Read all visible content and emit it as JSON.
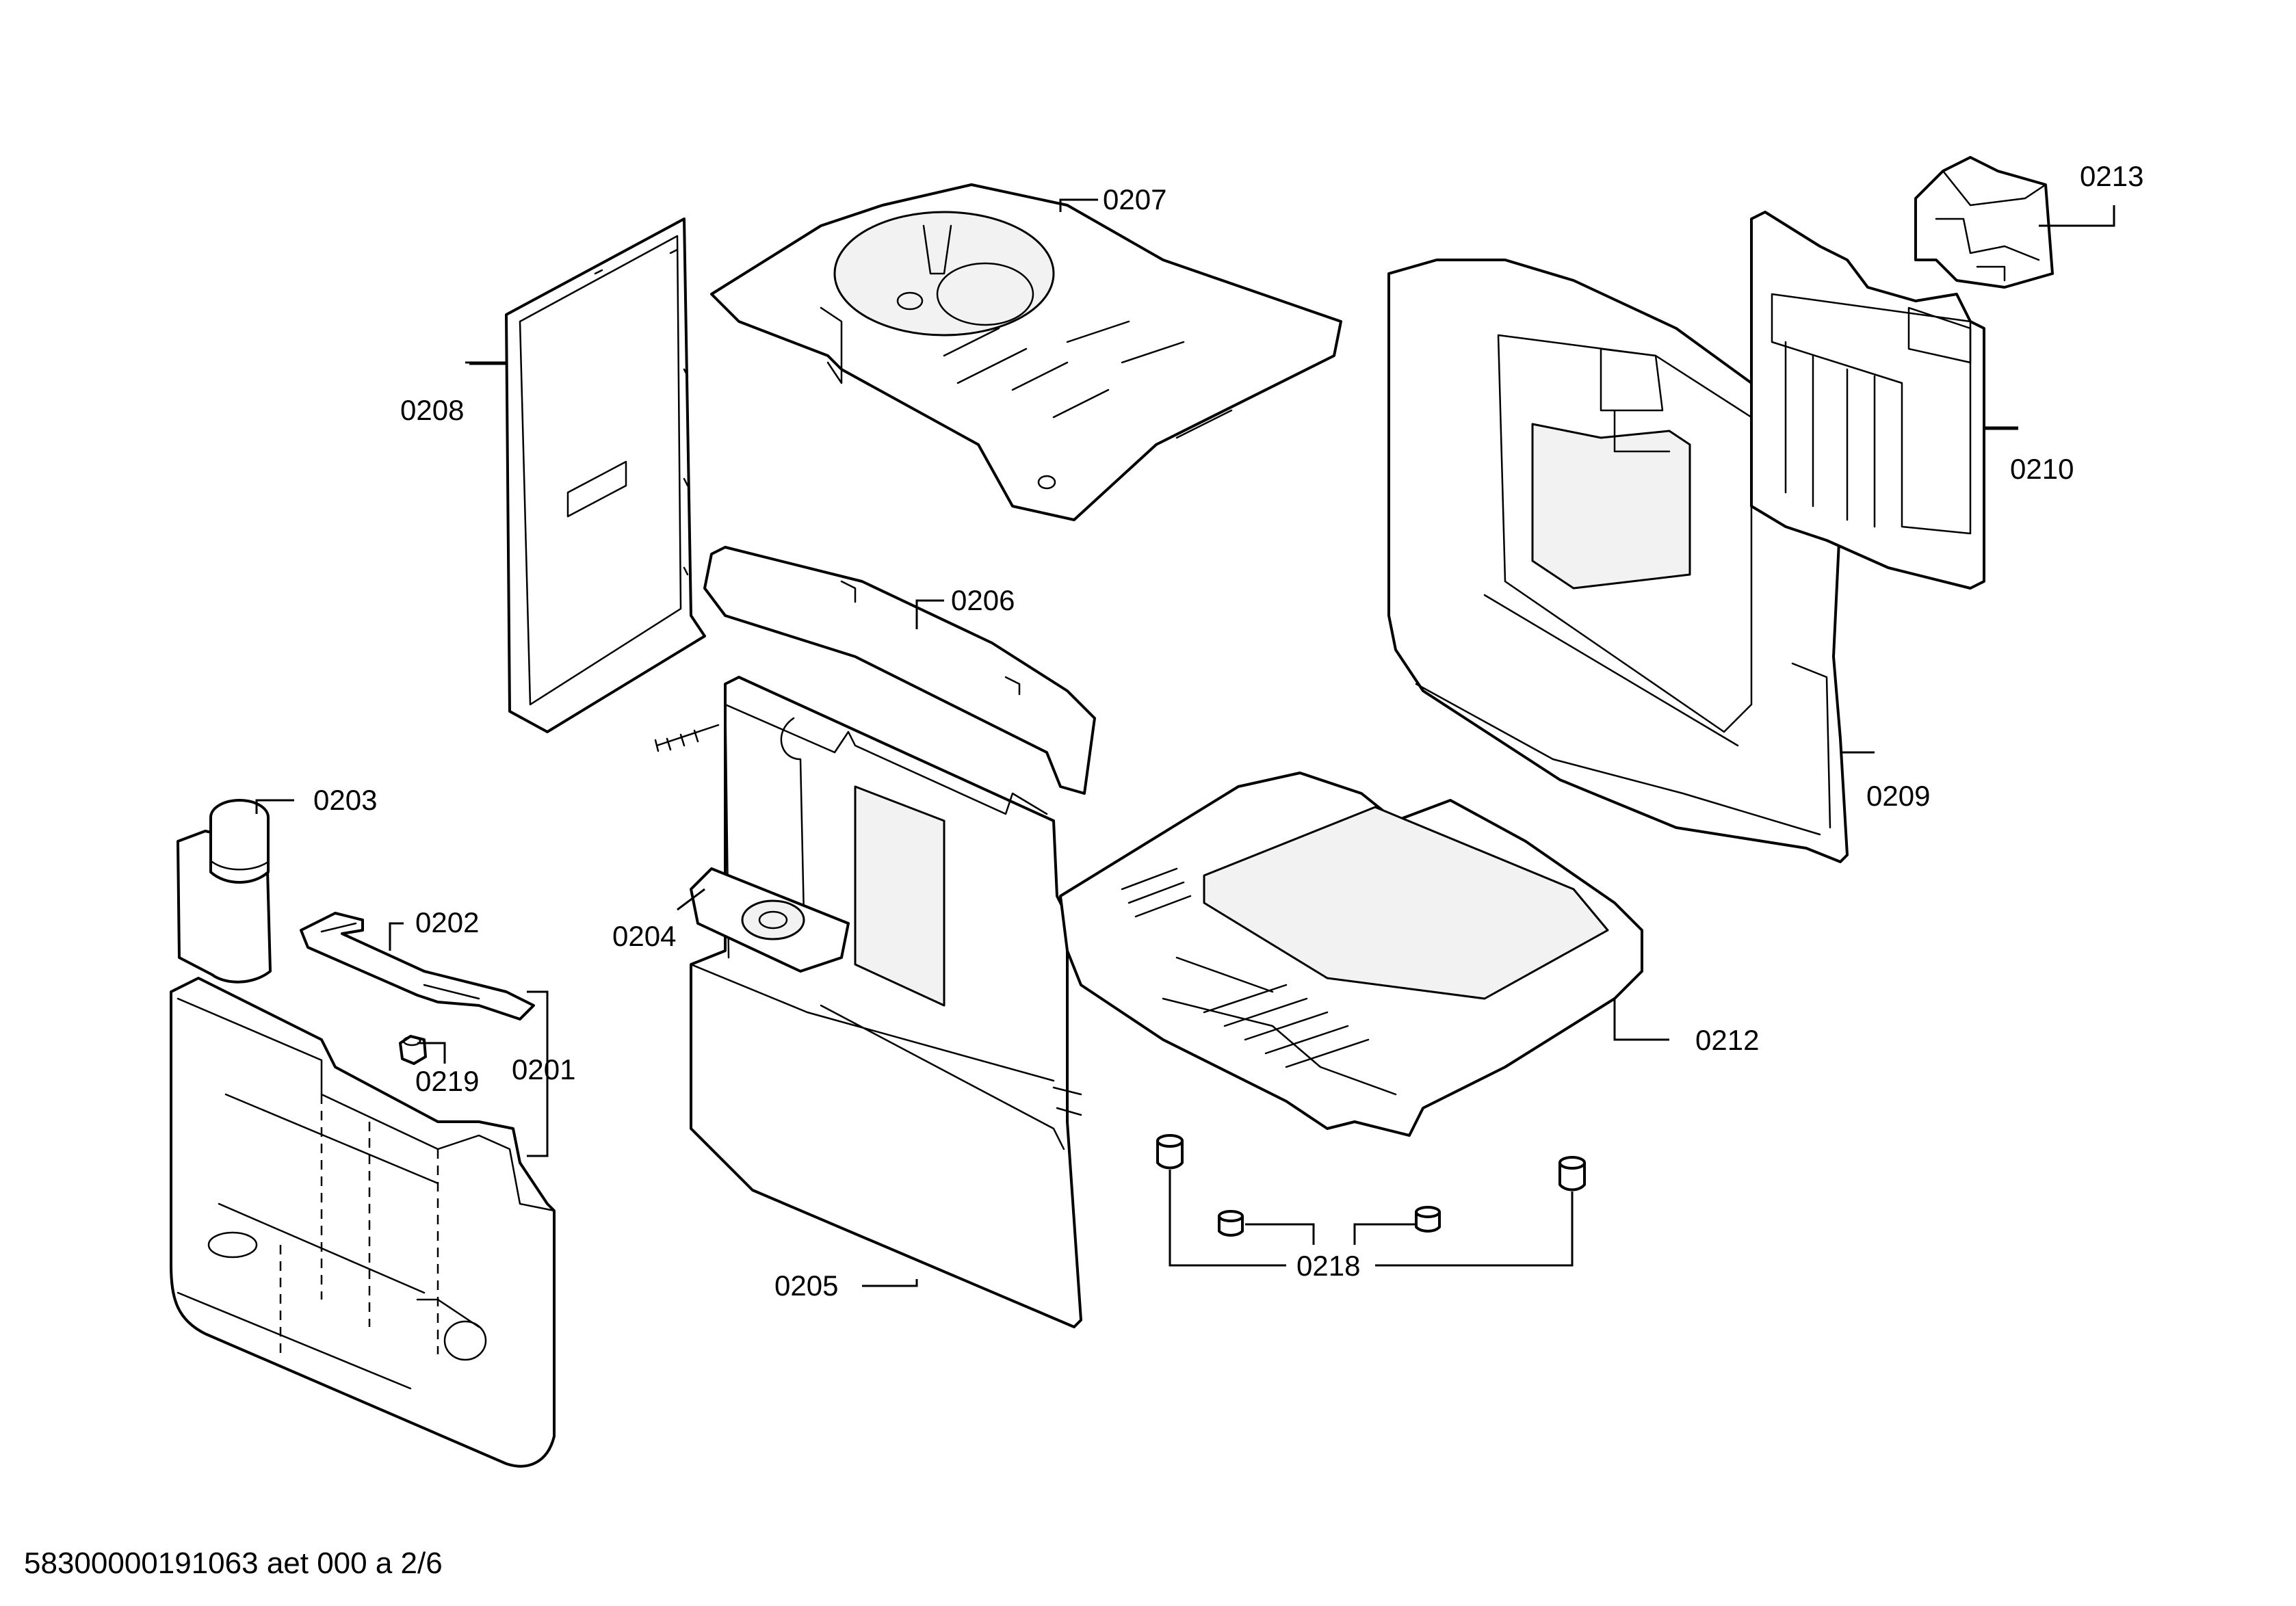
{
  "labels": {
    "p0201": "0201",
    "p0202": "0202",
    "p0203": "0203",
    "p0204": "0204",
    "p0205": "0205",
    "p0206": "0206",
    "p0207": "0207",
    "p0208": "0208",
    "p0209": "0209",
    "p0210": "0210",
    "p0212": "0212",
    "p0213": "0213",
    "p0218": "0218",
    "p0219": "0219"
  },
  "footer": "58300000191063 aet 000 a 2/6"
}
